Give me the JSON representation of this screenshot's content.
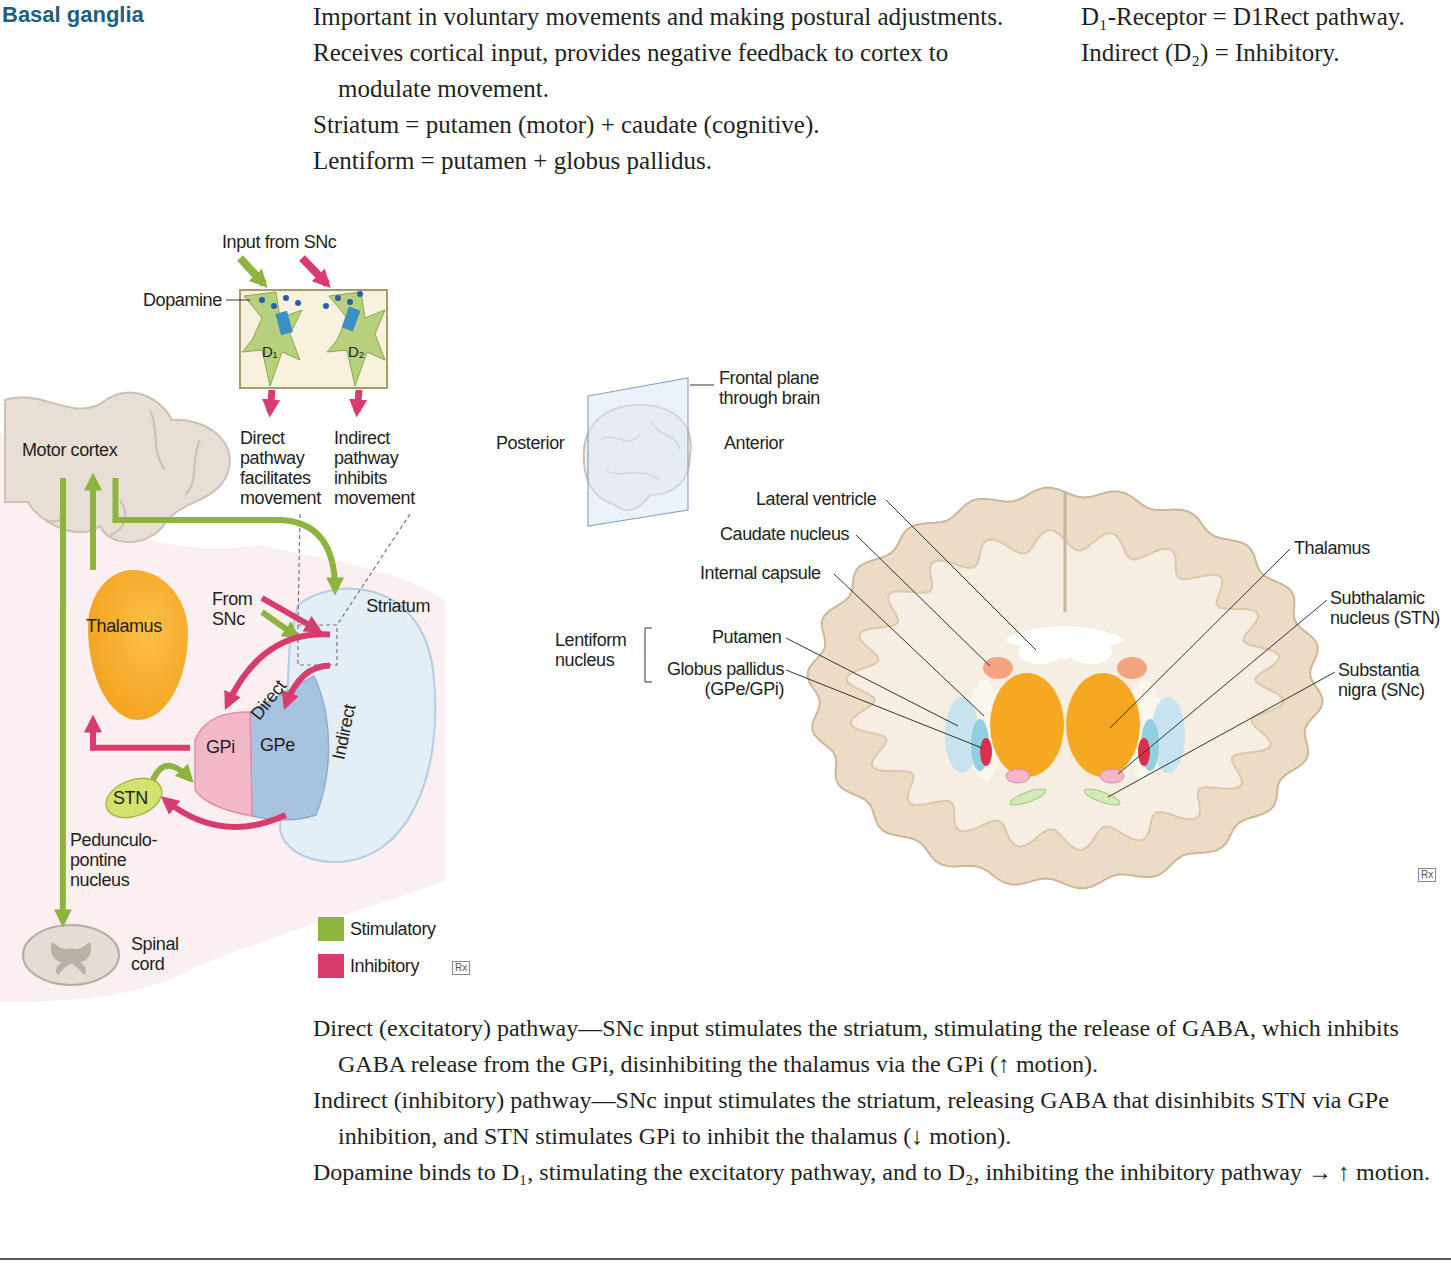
{
  "diagram": {
    "title": "Basal ganglia",
    "nodes": [
      {
        "text": [
          "Motor cortex"
        ]
      },
      {
        "text": [
          "Thalamus"
        ]
      },
      {
        "text": [
          "Striatum"
        ]
      },
      {
        "text": [
          "GPi"
        ]
      },
      {
        "text": [
          "GPe"
        ]
      },
      {
        "text": [
          "STN"
        ]
      },
      {
        "text": [
          "Spinal cord"
        ]
      }
    ],
    "edges": [
      {
        "from": 0,
        "to": 6,
        "arrow": "to"
      },
      {
        "from": 1,
        "to": 0,
        "arrow": "to"
      },
      {
        "from": 0,
        "to": 2,
        "arrow": "to"
      },
      {
        "from": 2,
        "to": 3,
        "arrow": "to"
      },
      {
        "from": 2,
        "to": 4,
        "arrow": "to"
      },
      {
        "from": 4,
        "to": 5,
        "arrow": "to"
      },
      {
        "from": 5,
        "to": 3,
        "arrow": "to"
      },
      {
        "from": 3,
        "to": 1,
        "arrow": "to"
      }
    ],
    "labels": [
      "Important in voluntary movements and making postural adjustments.",
      "Receives cortical input, provides negative feedback to cortex to modulate movement.",
      "Striatum = putamen (motor) + caudate (cognitive).",
      "Lentiform = putamen + globus pallidus.",
      "D₁-Receptor = D1Rect pathway.",
      "Indirect (D₂) = Inhibitory.",
      "Input from SNc",
      "Dopamine",
      "D₁",
      "D₂",
      "Direct pathway facilitates movement",
      "Indirect pathway inhibits movement",
      "From SNc",
      "Direct",
      "Indirect",
      "Pedunculo- pontine nucleus",
      "Rx",
      "Frontal plane through brain",
      "Posterior",
      "Anterior",
      "Lateral ventricle",
      "Caudate nucleus",
      "Internal capsule",
      "Thalamus",
      "Subthalamic nucleus (STN)",
      "Lentiform nucleus",
      "Putamen",
      "Substantia nigra (SNc)",
      "Globus pallidus (GPe/GPi)",
      "Rx",
      "Direct (excitatory) pathway—SNc input stimulates the striatum, stimulating the release of GABA, which inhibits GABA release from the GPi, disinhibiting the thalamus via the GPi (↑ motion).",
      "Indirect (inhibitory) pathway—SNc input stimulates the striatum, releasing GABA that disinhibits STN via GPe inhibition, and STN stimulates GPi to inhibit the thalamus (↓ motion).",
      "Dopamine binds to D₁, stimulating the excitatory pathway, and to D₂, inhibiting the inhibitory pathway → ↑ motion."
    ],
    "legend": [
      {
        "text": "Stimulatory",
        "color": "#8cb43f"
      },
      {
        "text": "Inhibitory",
        "color": "#d73c6c"
      }
    ]
  }
}
